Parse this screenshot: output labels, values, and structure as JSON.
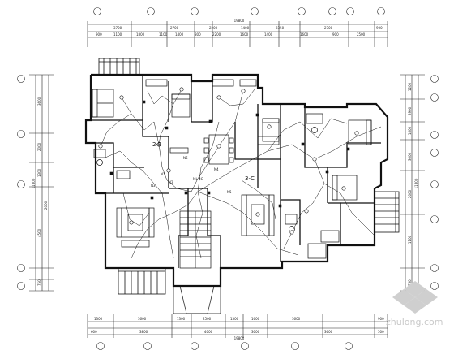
{
  "drawing": {
    "unit_labels": [
      "2-B",
      "3-C"
    ],
    "overall_top": "19800",
    "overall_bottom": "19800",
    "overall_left": "11800",
    "overall_right": "11800",
    "top_dims_row1": [
      "3700",
      "2700",
      "2200",
      "1400",
      "2350",
      "2700",
      "900"
    ],
    "top_dims_row2": [
      "900",
      "1100",
      "1800",
      "1100",
      "1400",
      "800",
      "2200",
      "1600",
      "1400",
      "1600",
      "900",
      "2500"
    ],
    "bottom_dims_row1": [
      "1300",
      "3600",
      "1300",
      "2500",
      "1300",
      "1600",
      "3600",
      "900"
    ],
    "bottom_dims_row2": [
      "600",
      "3800",
      "4000",
      "3000",
      "3600",
      "500"
    ],
    "left_dims": [
      "3600",
      "2000",
      "1300",
      "2000",
      "4500",
      "750"
    ],
    "right_dims": [
      "1200",
      "2900",
      "1800",
      "3000",
      "2000",
      "1100",
      "750"
    ],
    "panel_tags": [
      "ML-3C",
      "N1",
      "N2",
      "N3",
      "N4",
      "N5",
      "N6"
    ],
    "watermark": "zhulong.com"
  },
  "colors": {
    "line": "#111111",
    "background": "#ffffff",
    "watermark": "#c9c9c9"
  }
}
